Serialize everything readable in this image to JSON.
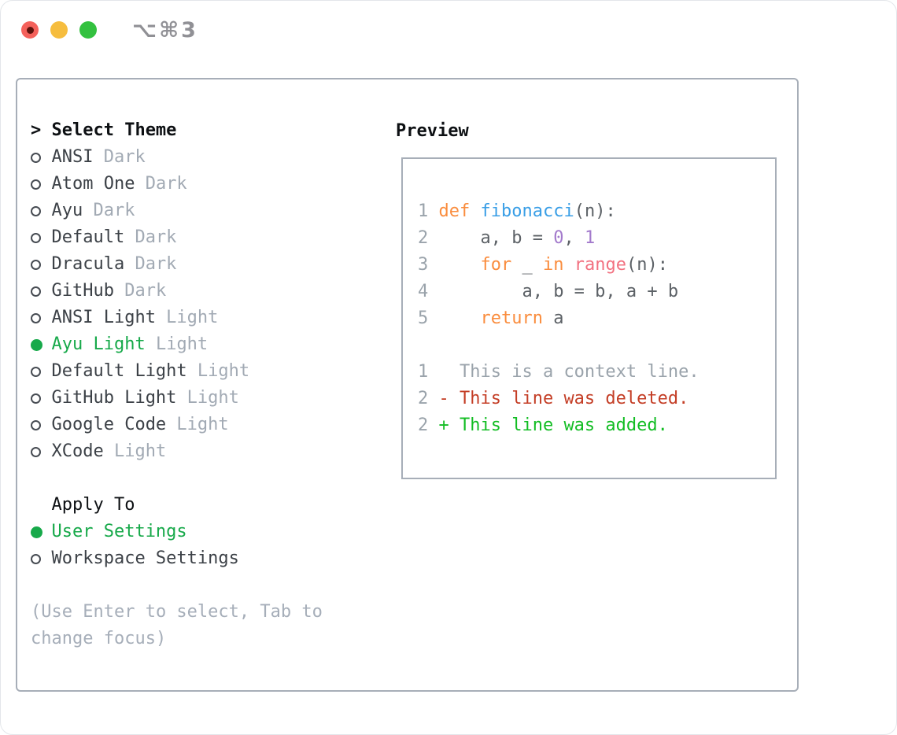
{
  "titlebar": {
    "shortcut": "⌥⌘3",
    "traffic_lights": {
      "close": "#f4615b",
      "close_dot": "#5d120c",
      "minimize": "#f6bd3e",
      "zoom": "#33c13f"
    }
  },
  "panel": {
    "theme_section": {
      "prompt": ">",
      "header": "Select Theme",
      "items": [
        {
          "name": "ANSI",
          "variant": "Dark",
          "selected": false
        },
        {
          "name": "Atom One",
          "variant": "Dark",
          "selected": false
        },
        {
          "name": "Ayu",
          "variant": "Dark",
          "selected": false
        },
        {
          "name": "Default",
          "variant": "Dark",
          "selected": false
        },
        {
          "name": "Dracula",
          "variant": "Dark",
          "selected": false
        },
        {
          "name": "GitHub",
          "variant": "Dark",
          "selected": false
        },
        {
          "name": "ANSI Light",
          "variant": "Light",
          "selected": false
        },
        {
          "name": "Ayu Light",
          "variant": "Light",
          "selected": true
        },
        {
          "name": "Default Light",
          "variant": "Light",
          "selected": false
        },
        {
          "name": "GitHub Light",
          "variant": "Light",
          "selected": false
        },
        {
          "name": "Google Code",
          "variant": "Light",
          "selected": false
        },
        {
          "name": "XCode",
          "variant": "Light",
          "selected": false
        }
      ]
    },
    "apply_section": {
      "header": "Apply To",
      "options": [
        {
          "label": "User Settings",
          "selected": true
        },
        {
          "label": "Workspace Settings",
          "selected": false
        }
      ]
    },
    "help_lines": [
      "(Use Enter to select, Tab to",
      "change focus)"
    ]
  },
  "preview": {
    "title": "Preview",
    "colors": {
      "ln": "#9aa3ab",
      "fg": "#5c6166",
      "kw": "#fa8d3e",
      "fn": "#399ee6",
      "sp": "#f27180",
      "num": "#a37acc",
      "ctx": "#9aa3ab",
      "del": "#c43e26",
      "add": "#13bd24"
    },
    "lines": [
      {
        "segs": [
          [
            "1 ",
            "ln"
          ],
          [
            "def ",
            "kw"
          ],
          [
            "fibonacci",
            "fn"
          ],
          [
            "(n):",
            "fg"
          ]
        ]
      },
      {
        "segs": [
          [
            "2 ",
            "ln"
          ],
          [
            "    a, b = ",
            "fg"
          ],
          [
            "0",
            "num"
          ],
          [
            ", ",
            "fg"
          ],
          [
            "1",
            "num"
          ]
        ]
      },
      {
        "segs": [
          [
            "3 ",
            "ln"
          ],
          [
            "    ",
            "fg"
          ],
          [
            "for",
            "kw"
          ],
          [
            " _ ",
            "fg"
          ],
          [
            "in",
            "kw"
          ],
          [
            " ",
            "fg"
          ],
          [
            "range",
            "sp"
          ],
          [
            "(n):",
            "fg"
          ]
        ]
      },
      {
        "segs": [
          [
            "4 ",
            "ln"
          ],
          [
            "        a, b = b, a + b",
            "fg"
          ]
        ]
      },
      {
        "segs": [
          [
            "5 ",
            "ln"
          ],
          [
            "    ",
            "fg"
          ],
          [
            "return",
            "kw"
          ],
          [
            " a",
            "fg"
          ]
        ]
      },
      {
        "segs": []
      },
      {
        "segs": [
          [
            "1 ",
            "ln"
          ],
          [
            "  This is a context line.",
            "ctx"
          ]
        ]
      },
      {
        "segs": [
          [
            "2 ",
            "ln"
          ],
          [
            "- This line was deleted.",
            "del"
          ]
        ]
      },
      {
        "segs": [
          [
            "2 ",
            "ln"
          ],
          [
            "+ This line was added.",
            "add"
          ]
        ]
      }
    ]
  },
  "colors": {
    "selection_green": "#17a94a",
    "item_text": "#3c4147",
    "muted": "#a2aab4",
    "header_text": "#0d1013",
    "border": "#a7aeb8",
    "help_text": "#a6aeb9",
    "radio_outline": "#474c53"
  }
}
